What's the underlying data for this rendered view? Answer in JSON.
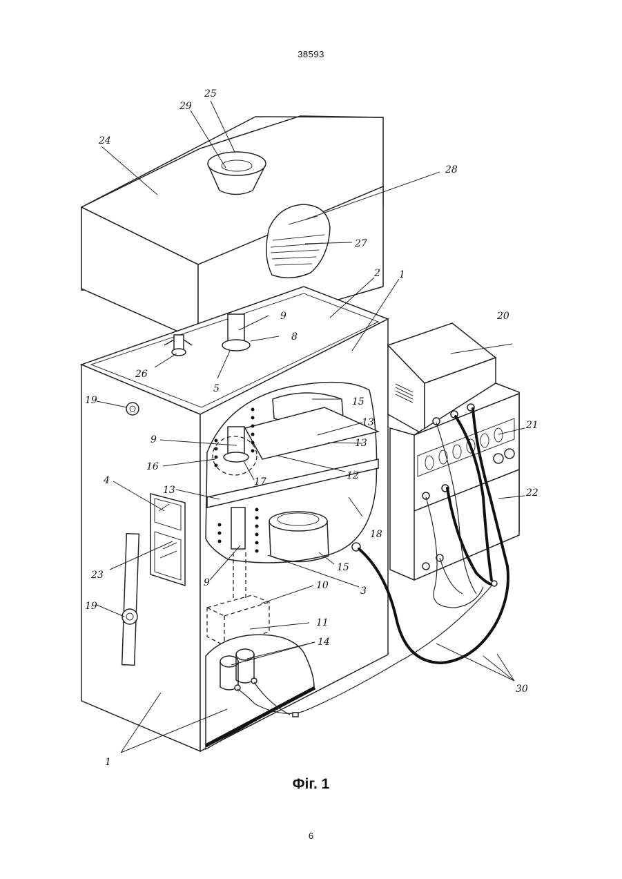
{
  "document": {
    "header_number": "38593",
    "figure_caption": "Фіг. 1",
    "page_number": "6"
  },
  "figure": {
    "labels": [
      "1",
      "1",
      "2",
      "3",
      "4",
      "5",
      "8",
      "9",
      "9",
      "9",
      "10",
      "11",
      "12",
      "13",
      "13",
      "13",
      "14",
      "15",
      "15",
      "16",
      "17",
      "18",
      "19",
      "19",
      "20",
      "21",
      "22",
      "23",
      "24",
      "25",
      "26",
      "27",
      "28",
      "29",
      "30"
    ]
  }
}
